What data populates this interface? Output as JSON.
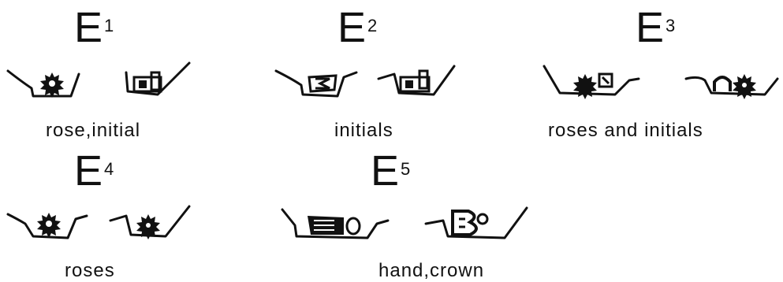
{
  "groups": [
    {
      "id": "e1",
      "letter": "E",
      "superscript": "1",
      "caption": "rose,initial",
      "marks": [
        "rose-icon",
        "initials-icon"
      ]
    },
    {
      "id": "e2",
      "letter": "E",
      "superscript": "2",
      "caption": "initials",
      "marks": [
        "initials-icon",
        "initials-icon"
      ]
    },
    {
      "id": "e3",
      "letter": "E",
      "superscript": "3",
      "caption": "roses and initials",
      "marks": [
        "rose-initials-icon",
        "initials-rose-icon"
      ]
    },
    {
      "id": "e4",
      "letter": "E",
      "superscript": "4",
      "caption": "roses",
      "marks": [
        "rose-icon",
        "rose-icon"
      ]
    },
    {
      "id": "e5",
      "letter": "E",
      "superscript": "5",
      "caption": "hand,crown",
      "marks": [
        "hand-icon",
        "crown-icon"
      ]
    }
  ]
}
